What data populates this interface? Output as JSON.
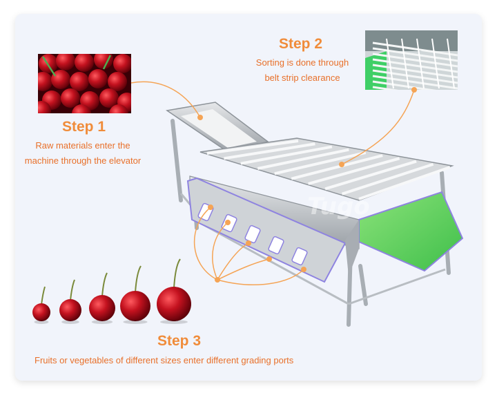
{
  "step1": {
    "title": "Step 1",
    "line1": "Raw materials enter the",
    "line2": "machine through the elevator",
    "photo": "cherries-photo"
  },
  "step2": {
    "title": "Step 2",
    "line1": "Sorting is done through",
    "line2": "belt strip clearance",
    "photo": "belt-strip-photo"
  },
  "step3": {
    "title": "Step 3",
    "desc": "Fruits or vegetables of different sizes enter different grading ports"
  },
  "watermark": "Tugo",
  "colors": {
    "accent": "#f08c3a",
    "leader": "#f5a455",
    "card": "#f1f4fb",
    "machine": "#b9bec4",
    "chute": "#5fd45a",
    "ports": "#8e83e0",
    "cherry": "#b0101e"
  },
  "cherry_sizes": [
    1,
    2,
    3,
    4,
    5
  ]
}
